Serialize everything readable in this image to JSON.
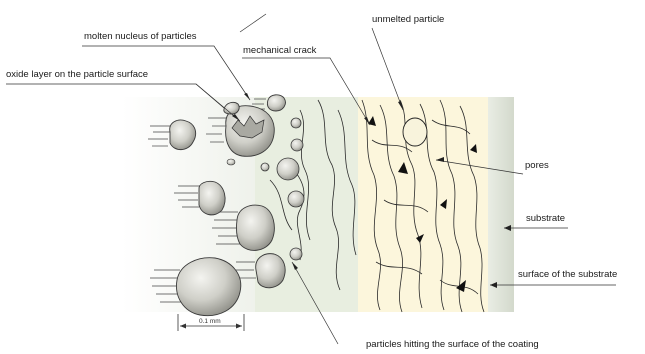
{
  "labels": {
    "molten_nucleus": "molten nucleus of particles",
    "oxide_layer": "oxide layer on the particle surface",
    "unmelted_particle": "unmelted particle",
    "mechanical_crack": "mechanical crack",
    "pores": "pores",
    "substrate": "substrate",
    "substrate_surface": "surface of the substrate",
    "particles_hitting": "particles hitting the surface of the coating",
    "scale": "0.1 mm"
  },
  "colors": {
    "particle_fill": "#c9c9c2",
    "particle_stroke": "#3a3a3a",
    "coating_zone": "#e9eee2",
    "splat_zone": "#fdf7dc",
    "substrate": "#e3e8dc",
    "pore": "#111111"
  }
}
